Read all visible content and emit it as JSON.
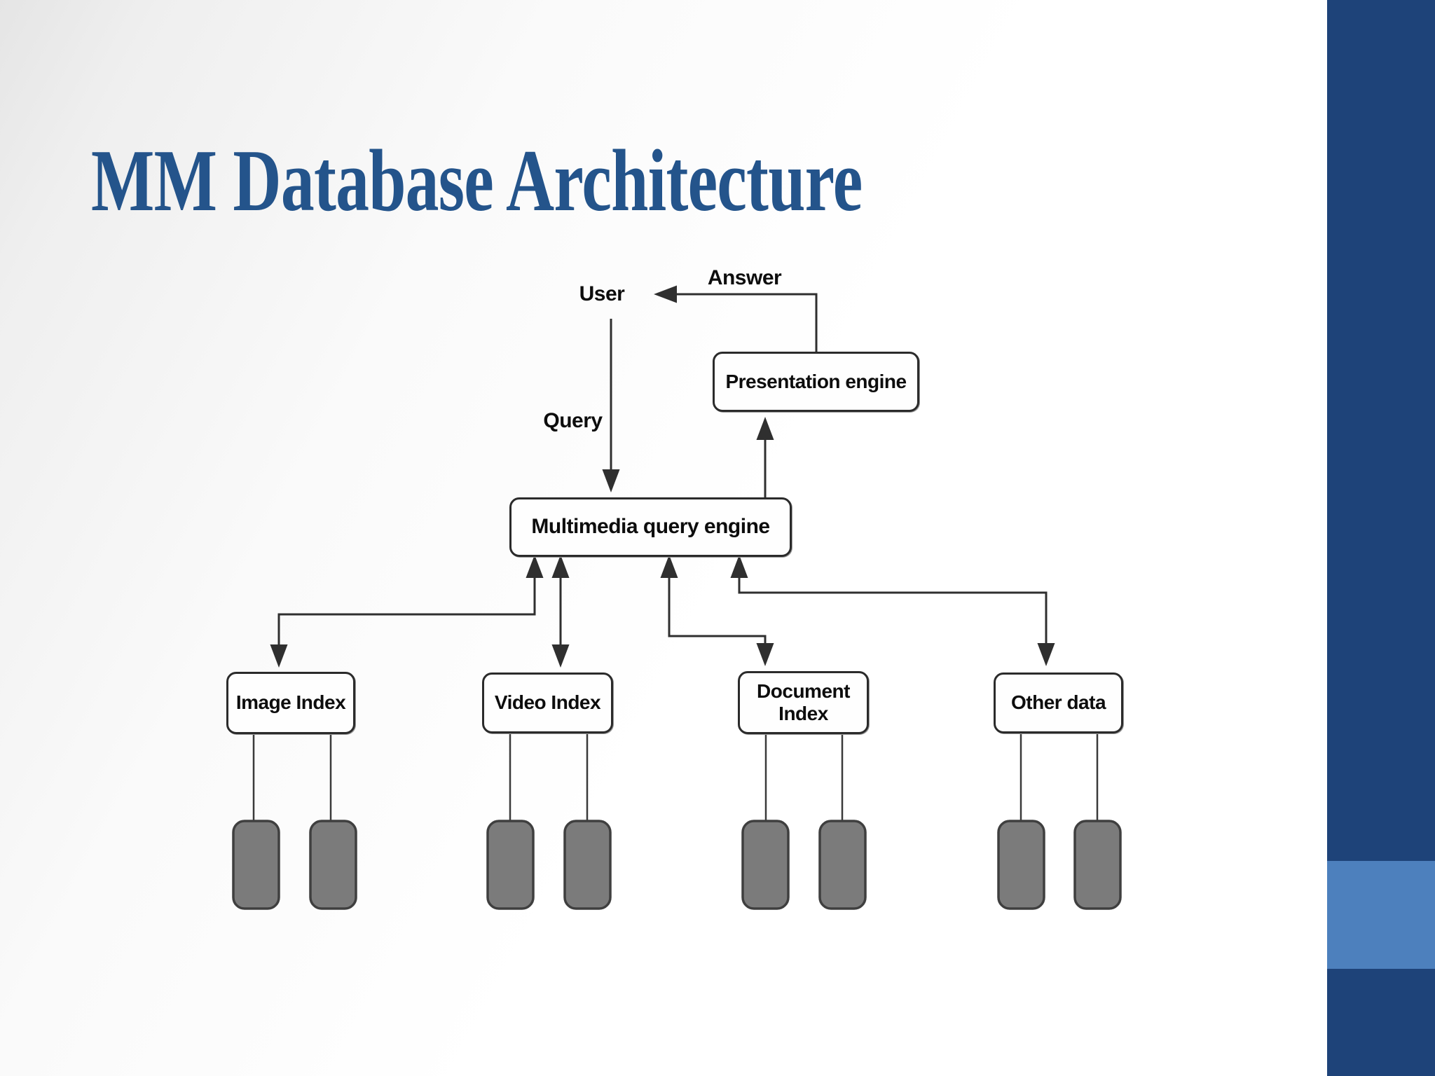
{
  "slide": {
    "title": "MM Database Architecture"
  },
  "diagram": {
    "flow_labels": {
      "user": "User",
      "answer": "Answer",
      "query": "Query"
    },
    "nodes": {
      "presentation_engine": "Presentation engine",
      "multimedia_query_engine": "Multimedia query engine",
      "image_index": "Image Index",
      "video_index": "Video Index",
      "document_index": "Document Index",
      "other_data": "Other data"
    },
    "edges": [
      {
        "from": "presentation_engine",
        "to": "user",
        "label": "Answer",
        "direction": "one-way"
      },
      {
        "from": "user",
        "to": "multimedia_query_engine",
        "label": "Query",
        "direction": "one-way"
      },
      {
        "from": "multimedia_query_engine",
        "to": "presentation_engine",
        "direction": "one-way"
      },
      {
        "from": "multimedia_query_engine",
        "to": "image_index",
        "direction": "two-way"
      },
      {
        "from": "multimedia_query_engine",
        "to": "video_index",
        "direction": "two-way"
      },
      {
        "from": "multimedia_query_engine",
        "to": "document_index",
        "direction": "two-way"
      },
      {
        "from": "multimedia_query_engine",
        "to": "other_data",
        "direction": "two-way"
      }
    ],
    "storage": {
      "units_per_index": 2,
      "total_units": 8,
      "attached_to": [
        "image_index",
        "video_index",
        "document_index",
        "other_data"
      ]
    }
  },
  "colors": {
    "title_text": "#24548b",
    "sidebar": "#1e4379",
    "sidebar_accent": "#4d80bd",
    "diagram_line": "#2f2f2f",
    "storage_fill": "#7b7b7b",
    "storage_border": "#3f3f3f"
  }
}
